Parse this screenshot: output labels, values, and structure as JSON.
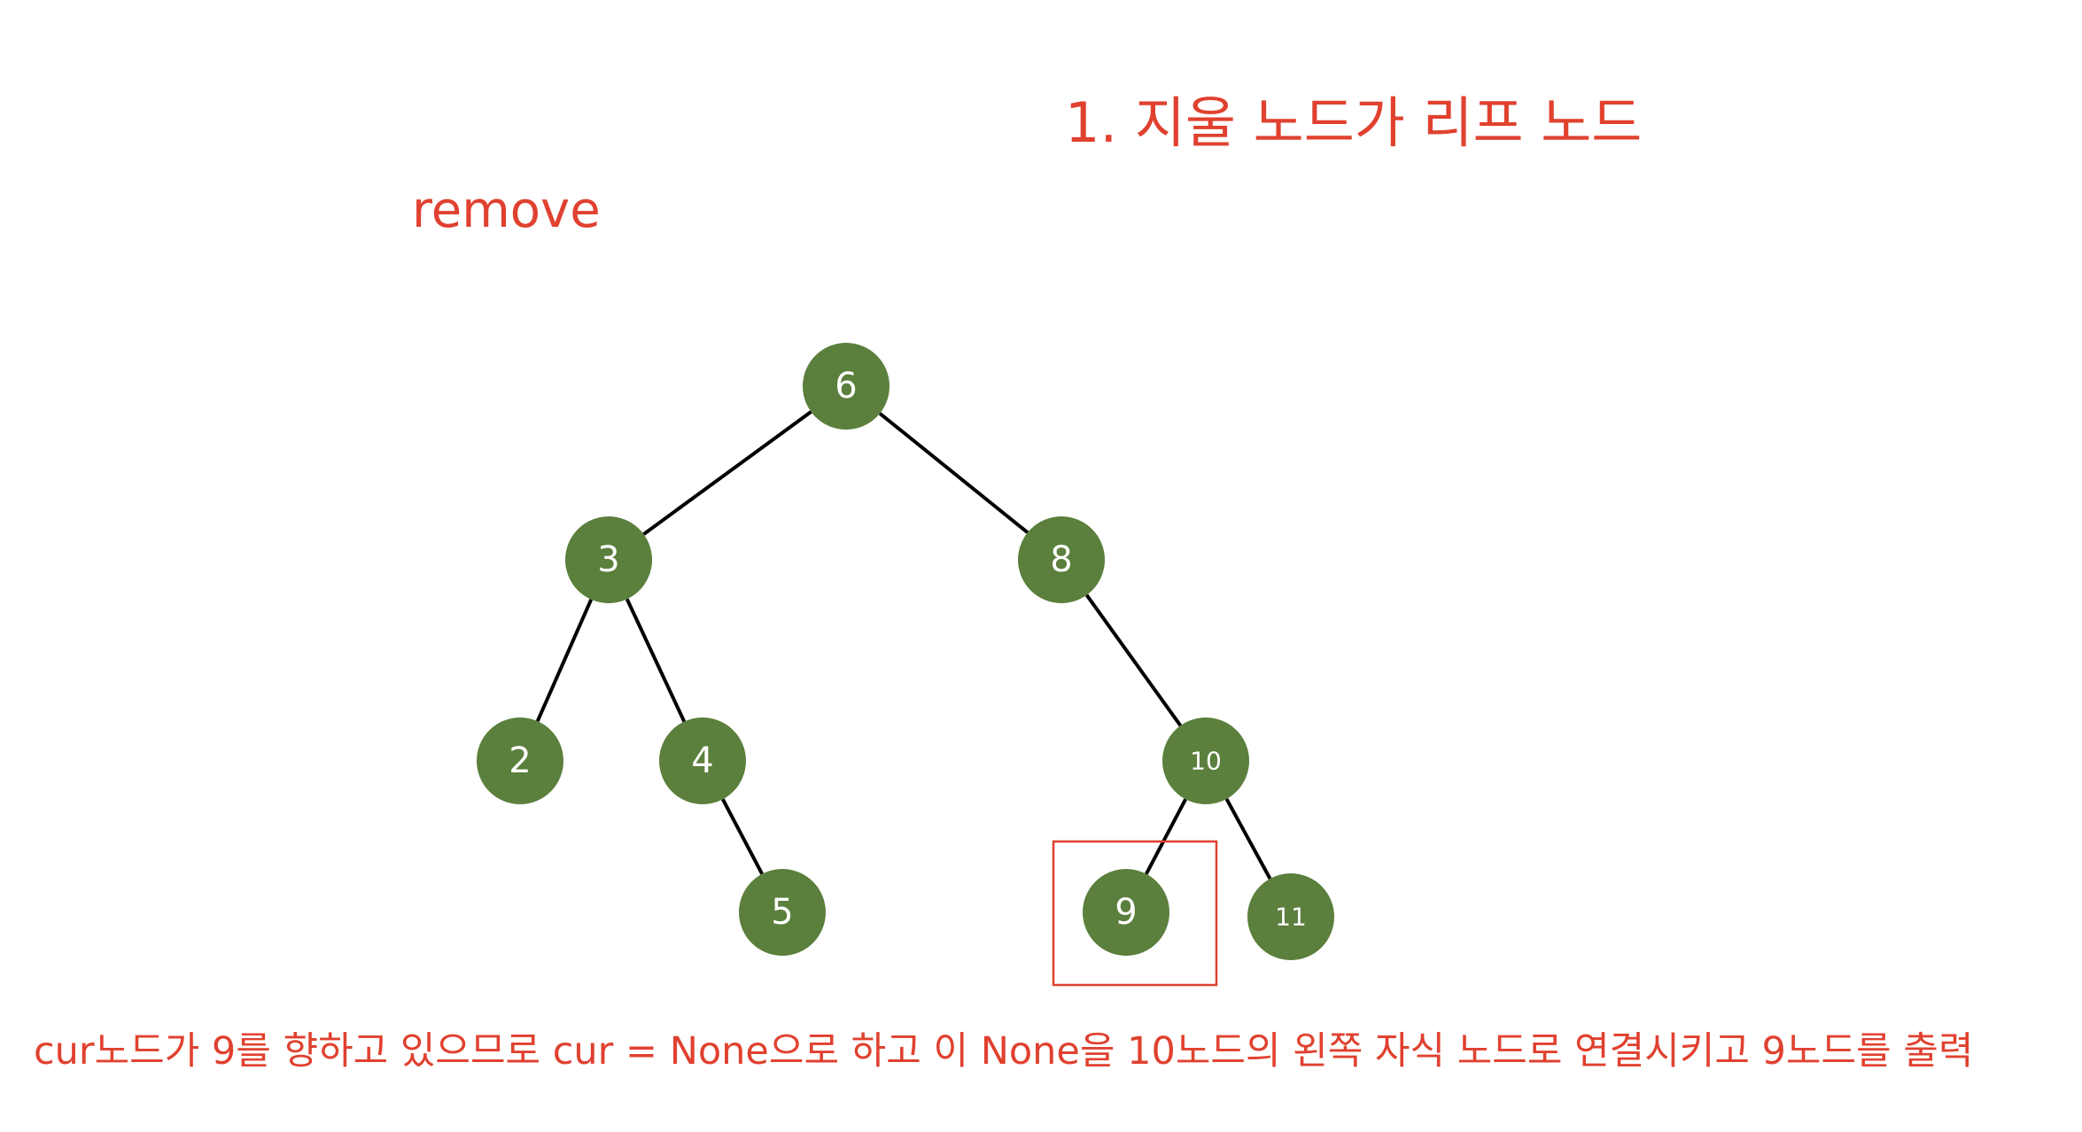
{
  "title": "1. 지울 노드가 리프 노드",
  "operation": "remove",
  "caption": "cur노드가 9를 향하고 있으므로 cur = None으로 하고 이 None을 10노드의 왼쪽 자식 노드로 연결시키고 9노드를 출력",
  "colors": {
    "node_fill": "#5b7f3c",
    "node_text": "#ffffff",
    "edge": "#000000",
    "highlight": "#e0412f",
    "text": "#e0412f"
  },
  "tree": {
    "nodes": [
      {
        "id": "n6",
        "label": "6"
      },
      {
        "id": "n3",
        "label": "3"
      },
      {
        "id": "n8",
        "label": "8"
      },
      {
        "id": "n2",
        "label": "2"
      },
      {
        "id": "n4",
        "label": "4"
      },
      {
        "id": "n10",
        "label": "10"
      },
      {
        "id": "n5",
        "label": "5"
      },
      {
        "id": "n9",
        "label": "9"
      },
      {
        "id": "n11",
        "label": "11"
      }
    ],
    "edges": [
      [
        "n6",
        "n3"
      ],
      [
        "n6",
        "n8"
      ],
      [
        "n3",
        "n2"
      ],
      [
        "n3",
        "n4"
      ],
      [
        "n4",
        "n5"
      ],
      [
        "n8",
        "n10"
      ],
      [
        "n10",
        "n9"
      ],
      [
        "n10",
        "n11"
      ]
    ],
    "highlighted": "n9"
  }
}
